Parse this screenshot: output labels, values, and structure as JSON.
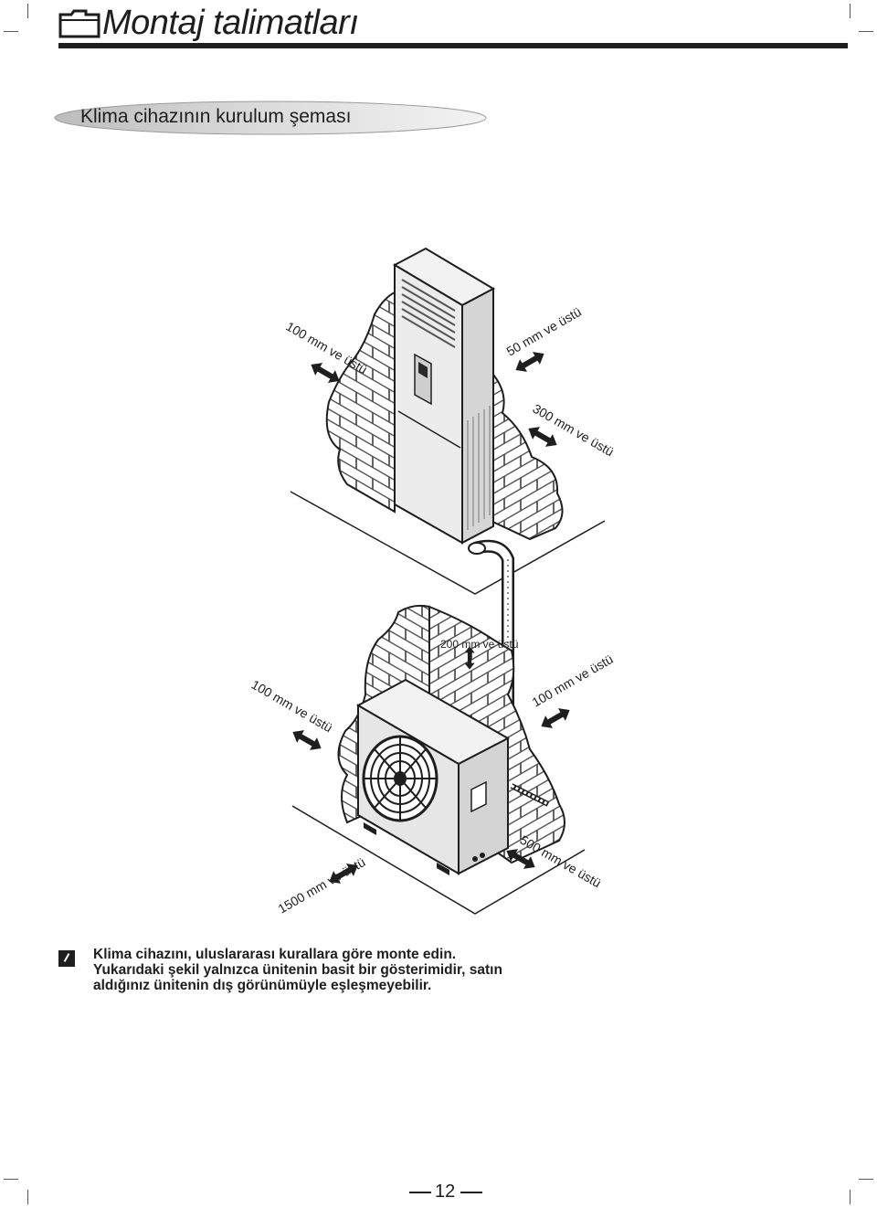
{
  "header": {
    "title": "Montaj talimatları"
  },
  "section": {
    "title": "Klima cihazının kurulum şeması"
  },
  "diagram": {
    "indoor_labels": [
      "100 mm ve üstü",
      "50 mm ve üstü",
      "300 mm ve üstü"
    ],
    "outdoor_labels": [
      "200 mm ve üstü",
      "100 mm ve üstü",
      "100 mm ve üstü",
      "500 mm ve üstü",
      "1500 mm ve üstü"
    ]
  },
  "note": {
    "lines": [
      "Klima cihazını, uluslararası kurallara göre monte edin.",
      "Yukarıdaki şekil yalnızca ünitenin basit bir gösterimidir, satın",
      "aldığınız ünitenin dış görünümüyle eşleşmeyebilir."
    ]
  },
  "footer": {
    "page_number": "12"
  },
  "colors": {
    "ink": "#1e1e1e",
    "unit_body": "#e8e8e8",
    "pill_gray": "#cfcfcf"
  }
}
